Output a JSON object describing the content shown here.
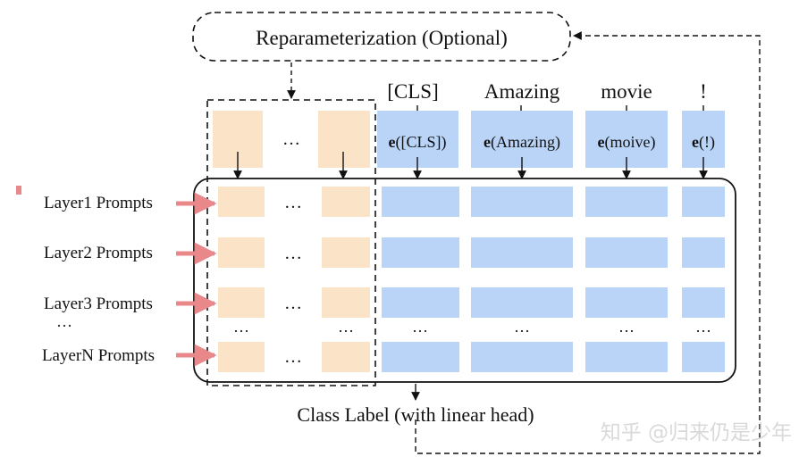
{
  "reparam_label": "Reparameterization (Optional)",
  "tokens": [
    "[CLS]",
    "Amazing",
    "movie",
    "!"
  ],
  "embeddings": [
    {
      "bold": "e",
      "rest": "([CLS])"
    },
    {
      "bold": "e",
      "rest": "(Amazing)"
    },
    {
      "bold": "e",
      "rest": "(moive)"
    },
    {
      "bold": "e",
      "rest": "(!)"
    }
  ],
  "layers": [
    "Layer1 Prompts",
    "Layer2 Prompts",
    "Layer3 Prompts",
    "LayerN Prompts"
  ],
  "ellipsis": "…",
  "row_ellipsis": "···",
  "class_label": "Class Label (with linear head)",
  "watermark": "知乎 @归来仍是少年",
  "colors": {
    "prompt": "#fbe3c8",
    "token": "#b9d4f6",
    "arrow_pink": "#e8888a",
    "line": "#111111"
  }
}
